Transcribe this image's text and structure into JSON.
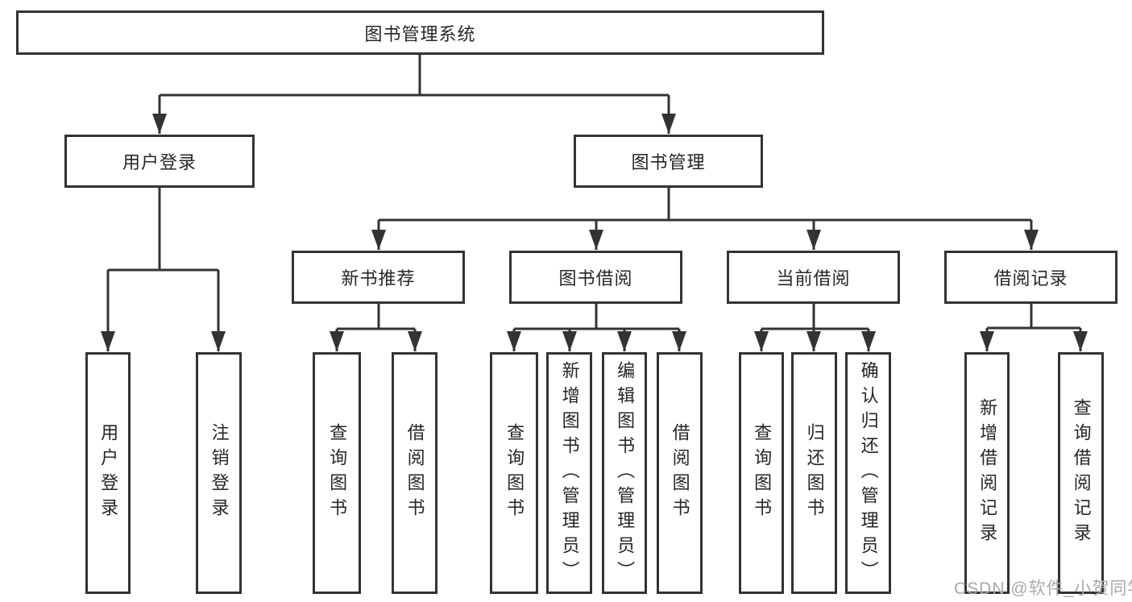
{
  "tree": {
    "root": "图书管理系统",
    "level2": [
      {
        "label": "用户登录",
        "children": [
          "用户登录",
          "注销登录"
        ]
      },
      {
        "label": "图书管理",
        "children": [
          {
            "label": "新书推荐",
            "children": [
              "查询图书",
              "借阅图书"
            ]
          },
          {
            "label": "图书借阅",
            "children": [
              "查询图书",
              "新增图书（管理员）",
              "编辑图书（管理员）",
              "借阅图书"
            ]
          },
          {
            "label": "当前借阅",
            "children": [
              "查询图书",
              "归还图书",
              "确认归还（管理员）"
            ]
          },
          {
            "label": "借阅记录",
            "children": [
              "新增借阅记录",
              "查询借阅记录"
            ]
          }
        ]
      }
    ]
  },
  "watermark": "CSDN @软件_小贺同学",
  "colors": {
    "line": "#333333",
    "node_border": "#333333",
    "text": "#262626",
    "watermark": "#a9a9a9",
    "background": "#ffffff"
  }
}
